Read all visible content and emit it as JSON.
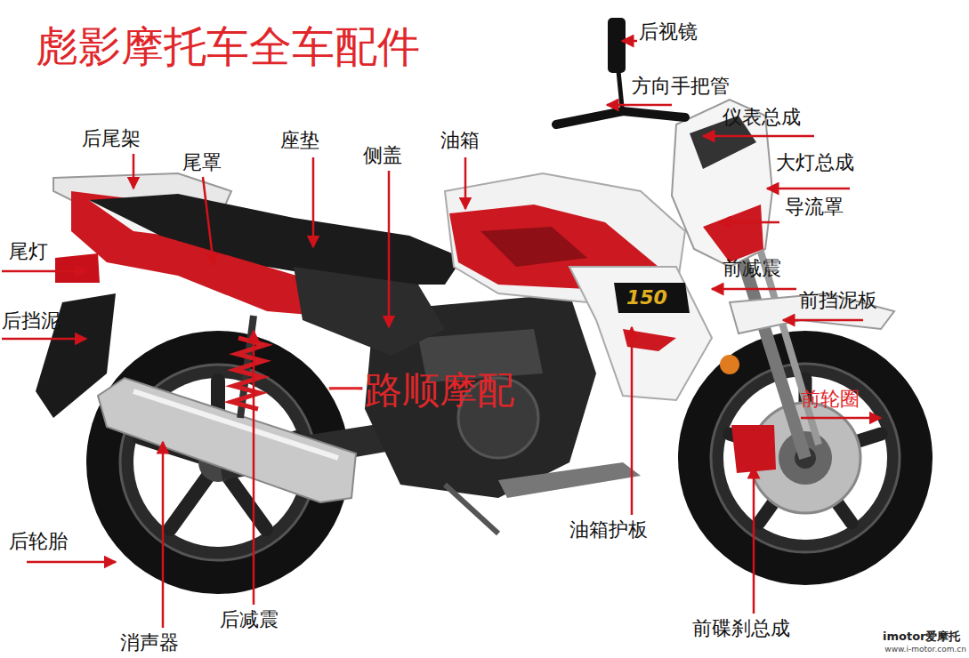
{
  "diagram": {
    "title": "彪影摩托车全车配件",
    "labels": [
      "后视镜",
      "方向手把管",
      "仪表总成",
      "大灯总成",
      "导流罩",
      "前减震",
      "前挡泥板",
      "前轮圈",
      "前碟刹总成",
      "油箱护板",
      "后减震",
      "消声器",
      "后轮胎",
      "后挡泥",
      "尾灯",
      "后尾架",
      "尾罩",
      "座垫",
      "侧盖",
      "油箱",
      "一路顺摩配",
      "150",
      "imotor爱摩托",
      "www.i-motor.com.cn"
    ]
  }
}
